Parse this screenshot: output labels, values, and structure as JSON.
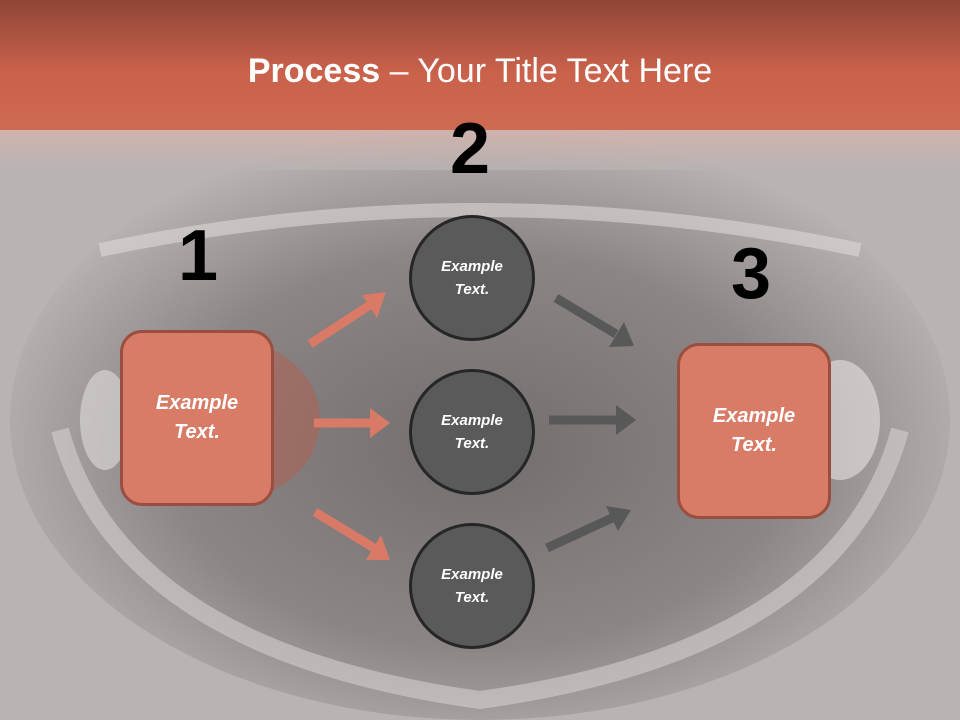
{
  "title": {
    "bold": "Process",
    "rest": " – Your Title Text Here"
  },
  "steps": {
    "n1": "1",
    "n2": "2",
    "n3": "3"
  },
  "left_box": {
    "line1": "Example",
    "line2": "Text."
  },
  "right_box": {
    "line1": "Example",
    "line2": "Text."
  },
  "circles": [
    {
      "line1": "Example",
      "line2": "Text."
    },
    {
      "line1": "Example",
      "line2": "Text."
    },
    {
      "line1": "Example",
      "line2": "Text."
    }
  ],
  "colors": {
    "header": "#c9614b",
    "box": "#d87c68",
    "circle": "#5a5a5a",
    "arrow_left": "#d87a66",
    "arrow_right": "#585858"
  }
}
